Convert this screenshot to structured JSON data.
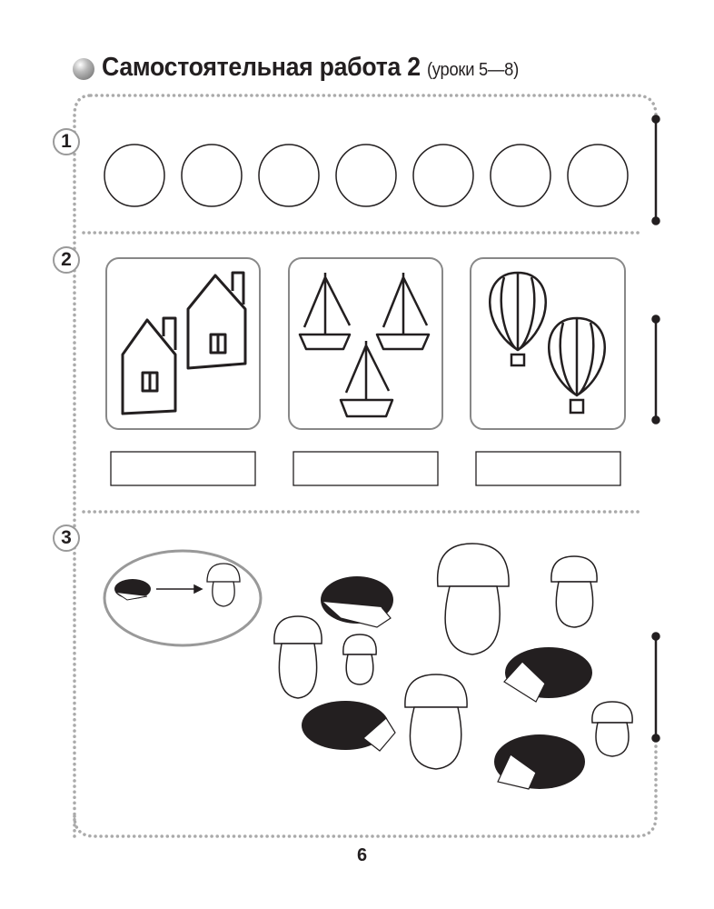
{
  "header": {
    "title": "Самостоятельная работа 2",
    "subtitle": "(уроки 5—8)"
  },
  "tasks": [
    {
      "number": "1",
      "circles": 7
    },
    {
      "number": "2",
      "pictures": [
        "houses",
        "sailboats",
        "hot-air-balloons"
      ],
      "counts": [
        2,
        3,
        2
      ]
    },
    {
      "number": "3",
      "example": "hedgehog-to-mushroom",
      "hedgehogs": 4,
      "mushrooms": 6
    }
  ],
  "footer": {
    "page_number": "6"
  },
  "colors": {
    "ink": "#231f20",
    "frame": "#9a9a9a"
  }
}
